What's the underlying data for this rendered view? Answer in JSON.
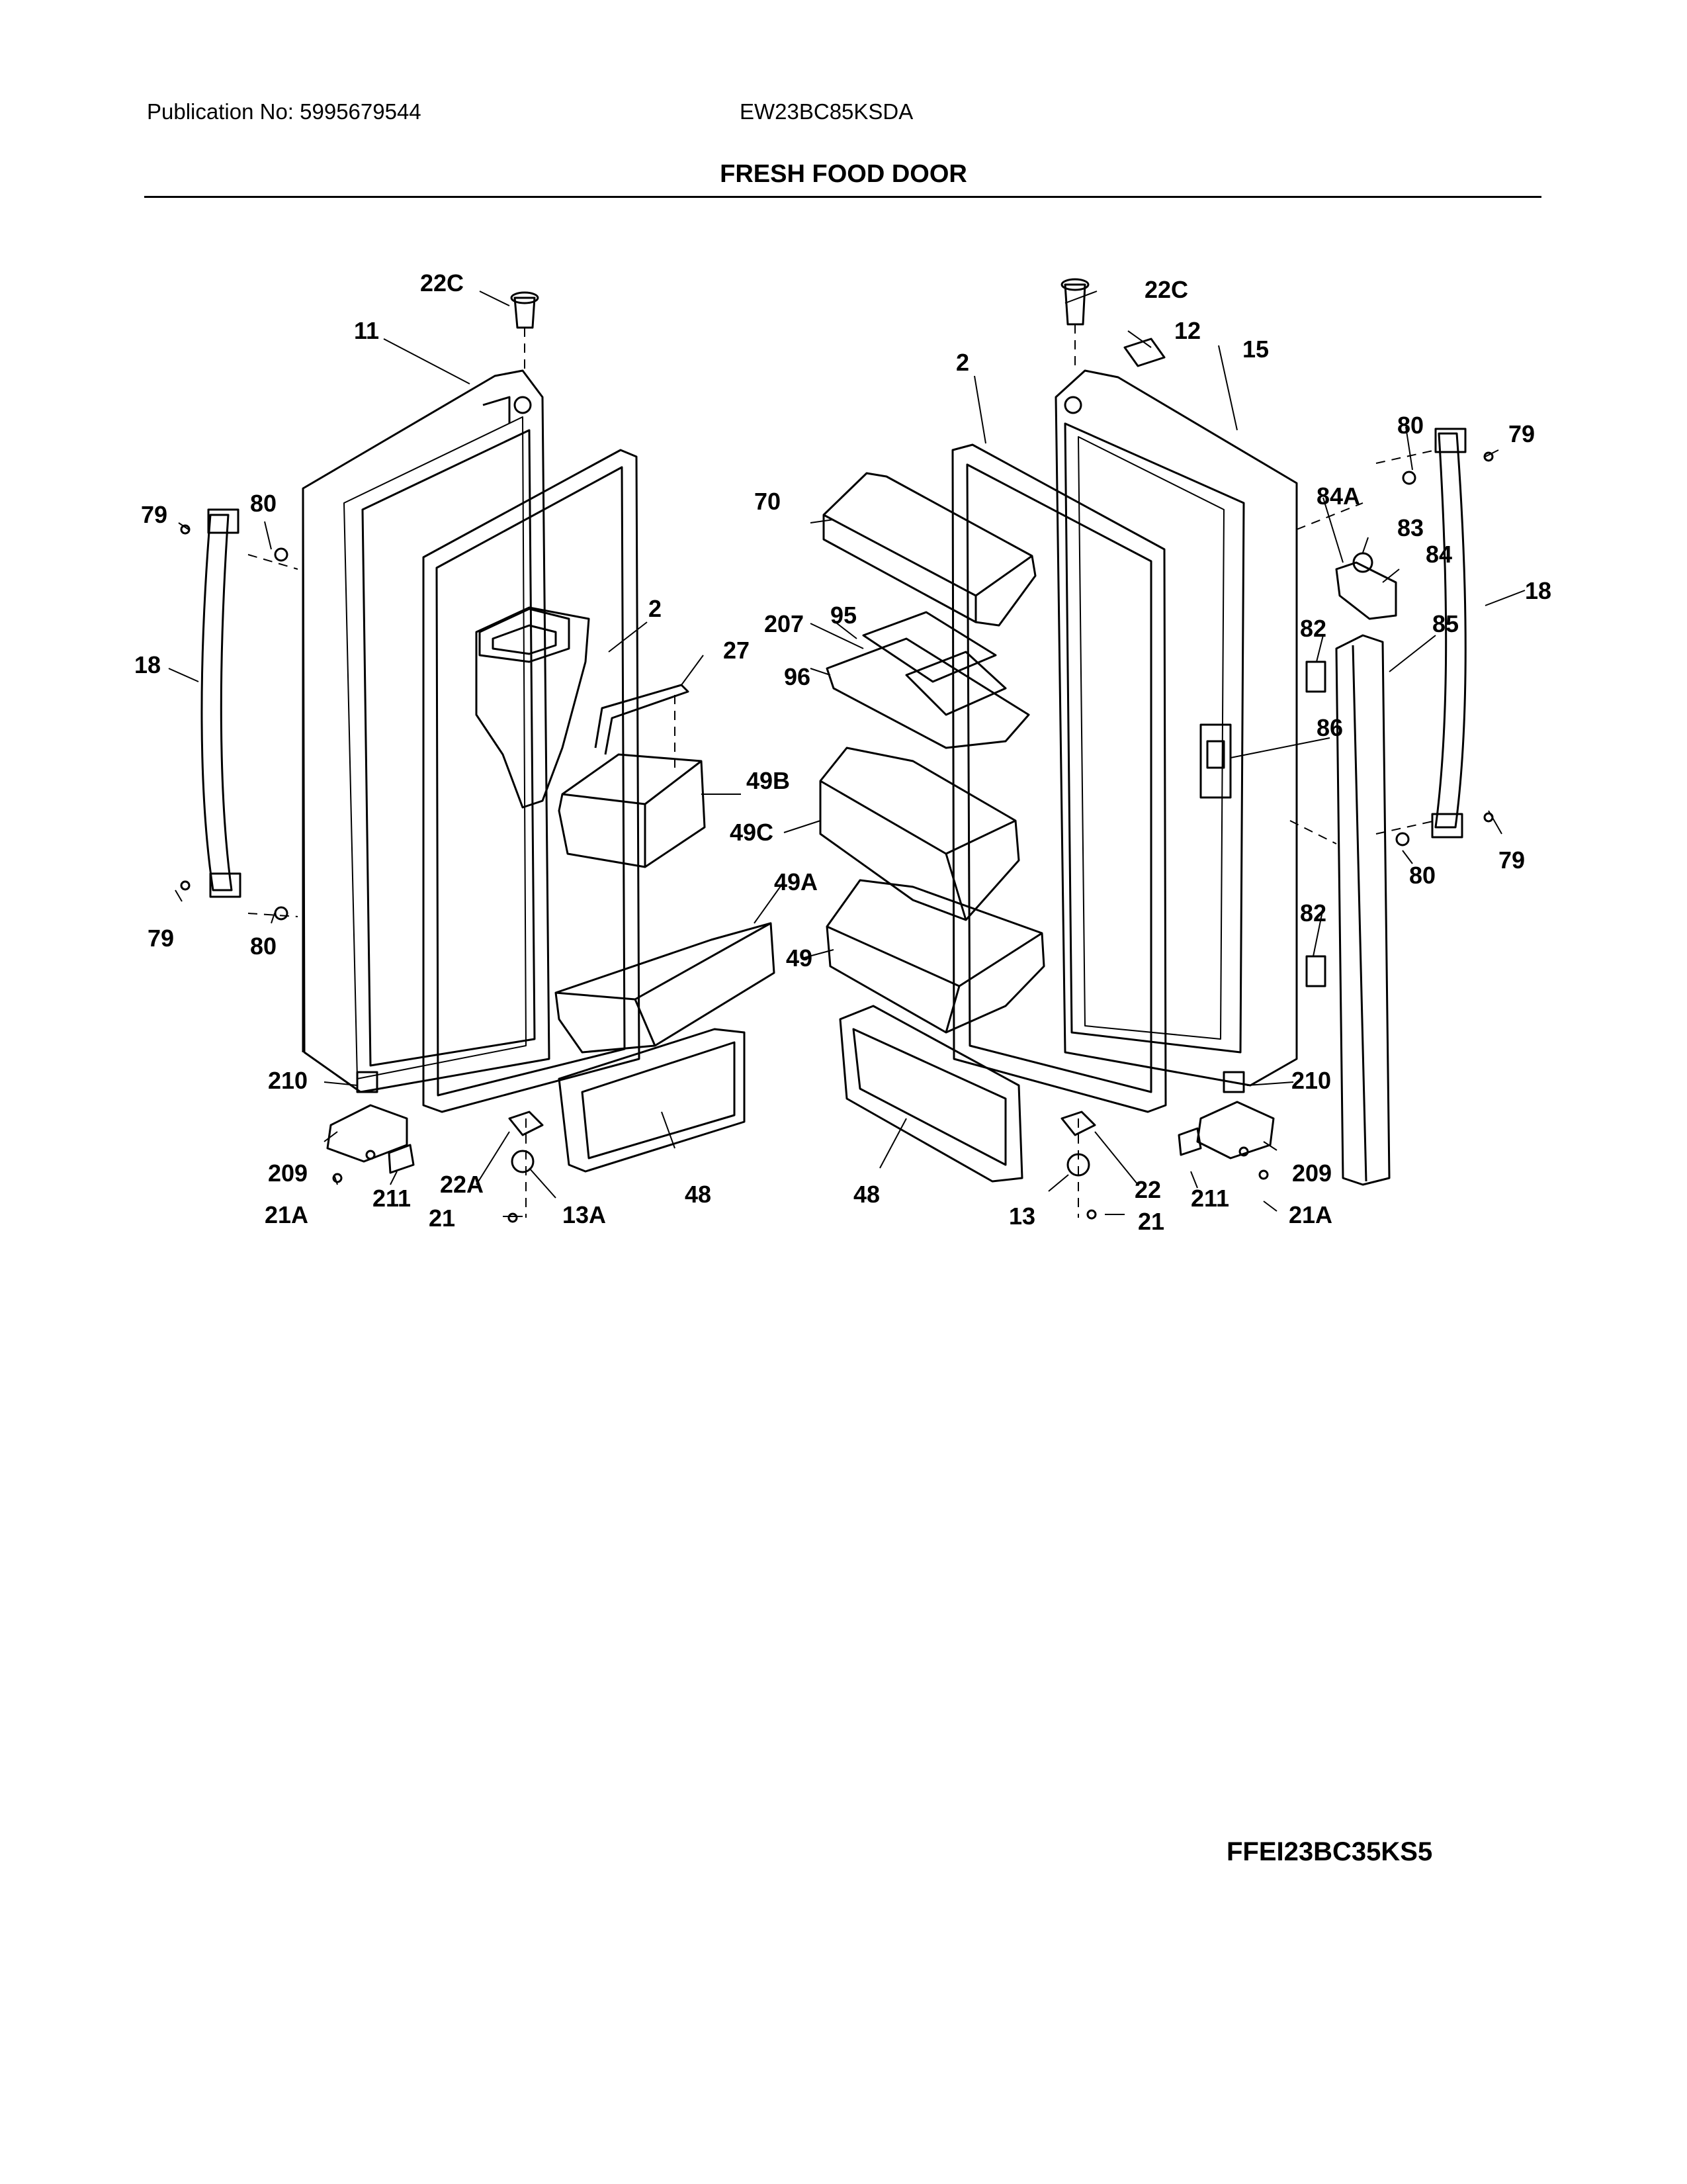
{
  "header": {
    "publication": "Publication No: 5995679544",
    "model": "EW23BC85KSDA",
    "title": "FRESH FOOD DOOR"
  },
  "footer": {
    "code": "FFEI23BC35KS5"
  },
  "callouts": {
    "c22c_l": "22C",
    "c11": "11",
    "c79_tl": "79",
    "c80_tl": "80",
    "c18_l": "18",
    "c79_bl": "79",
    "c80_bl": "80",
    "c2_l": "2",
    "c27": "27",
    "c49b": "49B",
    "c49c": "49C",
    "c49a": "49A",
    "c210_l": "210",
    "c209_l": "209",
    "c21a_l": "21A",
    "c211_l": "211",
    "c22a": "22A",
    "c21_l": "21",
    "c13a": "13A",
    "c48_l": "48",
    "c22c_r": "22C",
    "c12": "12",
    "c15": "15",
    "c2_r": "2",
    "c70": "70",
    "c207": "207",
    "c95": "95",
    "c96": "96",
    "c49": "49",
    "c80_tr": "80",
    "c79_tr": "79",
    "c84a": "84A",
    "c83": "83",
    "c84": "84",
    "c18_r": "18",
    "c82_t": "82",
    "c85": "85",
    "c86": "86",
    "c80_br": "80",
    "c79_br": "79",
    "c82_b": "82",
    "c210_r": "210",
    "c209_r": "209",
    "c21a_r": "21A",
    "c211_r": "211",
    "c22": "22",
    "c21_r": "21",
    "c13": "13",
    "c48_r": "48"
  }
}
